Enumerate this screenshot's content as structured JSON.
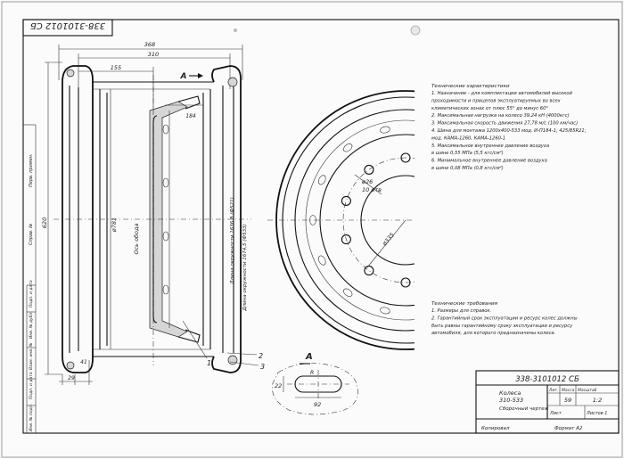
{
  "drawing": {
    "code_rotated": "338-3101012 СБ",
    "code": "338-3101012 СБ",
    "title_line1": "Колеса",
    "title_line2": "310-533",
    "subtitle": "Сборочный чертеж",
    "mass": "59",
    "scale": "1:2",
    "sheet_label": "Лист",
    "sheets_label": "Листов 1",
    "lit_header": "Лит.",
    "mass_header": "Масса",
    "scale_header": "Масштаб",
    "copied": "Копировал",
    "format": "Формат  А2"
  },
  "left_strip": {
    "perv_primen": "Перв. примен.",
    "sprav": "Справ. №",
    "podp_data": "Подп. и дата",
    "inv_dubl": "Инв. № дубл.",
    "vzam_inv": "Взам. инв. №",
    "podp_data2": "Подп. и дата",
    "inv_podl": "Инв. № подл."
  },
  "dims": {
    "d368": "368",
    "d310": "310",
    "d155": "155",
    "d184": "184",
    "d620": "620",
    "d781": "ø781",
    "wheel_axis": "Ось обода",
    "rim_len1": "Длина окружности 1636,8 (Ф521)",
    "rim_len2": "Длина окружности 1674,5 (Ф533)",
    "d29": "29",
    "d41": "41",
    "d26": "ø26",
    "holes": "10 отв",
    "d335": "ø335",
    "d22": "22",
    "d92": "92",
    "r": "R",
    "section": "А",
    "view": "А",
    "arrow_a": "А"
  },
  "callouts": [
    "1",
    "2",
    "3"
  ],
  "tech_specs": {
    "title": "Технические характеристики",
    "lines": [
      "1. Назначение - для комплектации автомобилей высокой",
      "проходимости и прицепов эксплуатируемых во всех",
      "климатических зонах от плюс 55° до минус 60°",
      "2. Максимальная нагрузка на колесо 39,24 кН (4000кгс)",
      "3. Максимальная скорость движения 27,78 м/с (100 км/час)",
      "4. Шина для монтажа 1200х400-533 мод. И-П184-1; 425/85R21;",
      "мод. КАМА-1260, КАМА-1260-1",
      "5. Максимальное внутреннее давление воздуха",
      "в шине 0,55 МПа (5,5 кгс/см²)",
      "6. Минимальное внутреннее давление воздуха",
      "в шине 0,08 МПа (0,8 кгс/см²)"
    ]
  },
  "tech_req": {
    "title": "Технические требования",
    "lines": [
      "1. Размеры для справок.",
      "2. Гарантийный срок эксплуатации и ресурс колес должны",
      "быть  равны гарантийному сроку эксплуатации и ресурсу",
      "автомобиля, для которого предназначены колеса."
    ]
  }
}
